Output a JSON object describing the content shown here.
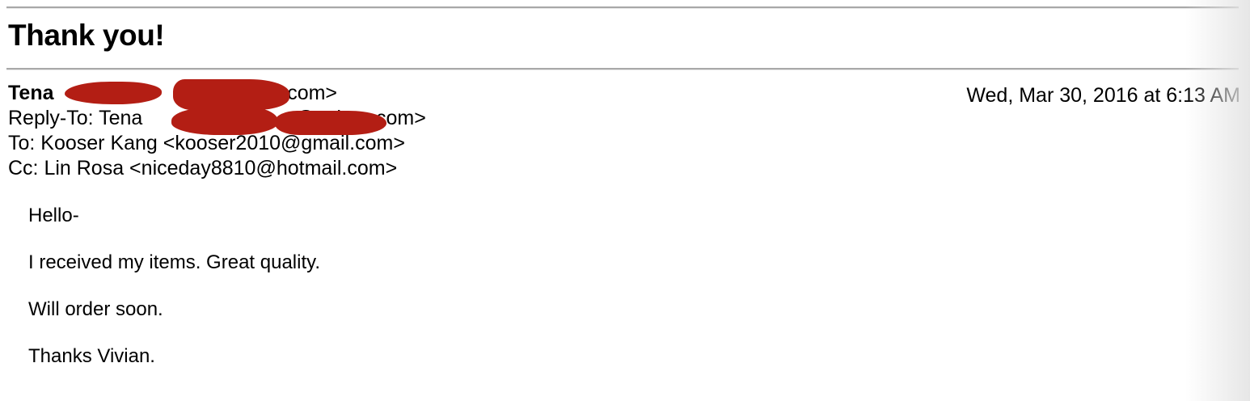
{
  "message": {
    "subject": "Thank you!",
    "date": "Wed, Mar 30, 2016 at 6:13 AM",
    "headers": [
      {
        "id": "from",
        "name_prefix": "Tena",
        "suffix": "@yahoo.com>",
        "angle_open": "<",
        "redacted": true
      },
      {
        "id": "reply-to",
        "label": "Reply-To: Tena",
        "angle_open": "<",
        "suffix": "@yahoo.com>",
        "redacted": true
      },
      {
        "id": "to",
        "text": "To: Kooser Kang <kooser2010@gmail.com>",
        "redacted": false
      },
      {
        "id": "cc",
        "text": "Cc: Lin Rosa <niceday8810@hotmail.com>",
        "redacted": false
      }
    ],
    "body": [
      "Hello-",
      "I received my items. Great quality.",
      "Will order soon.",
      "Thanks Vivian."
    ]
  },
  "colors": {
    "redaction": "#b31e14",
    "divider": "#a8a8a8",
    "text": "#000000",
    "background": "#ffffff"
  }
}
